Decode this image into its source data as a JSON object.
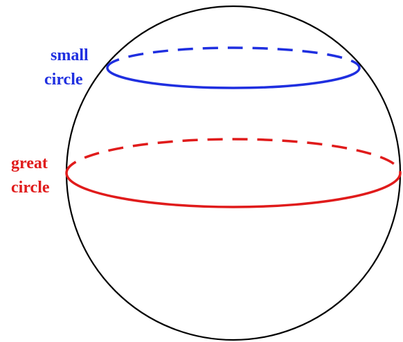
{
  "labels": {
    "small_circle_line1": "small",
    "small_circle_line2": "circle",
    "great_circle_line1": "great",
    "great_circle_line2": "circle"
  },
  "colors": {
    "sphere": "#000000",
    "small_circle": "#1f2fe0",
    "great_circle": "#e01b1b",
    "background": "#ffffff"
  }
}
